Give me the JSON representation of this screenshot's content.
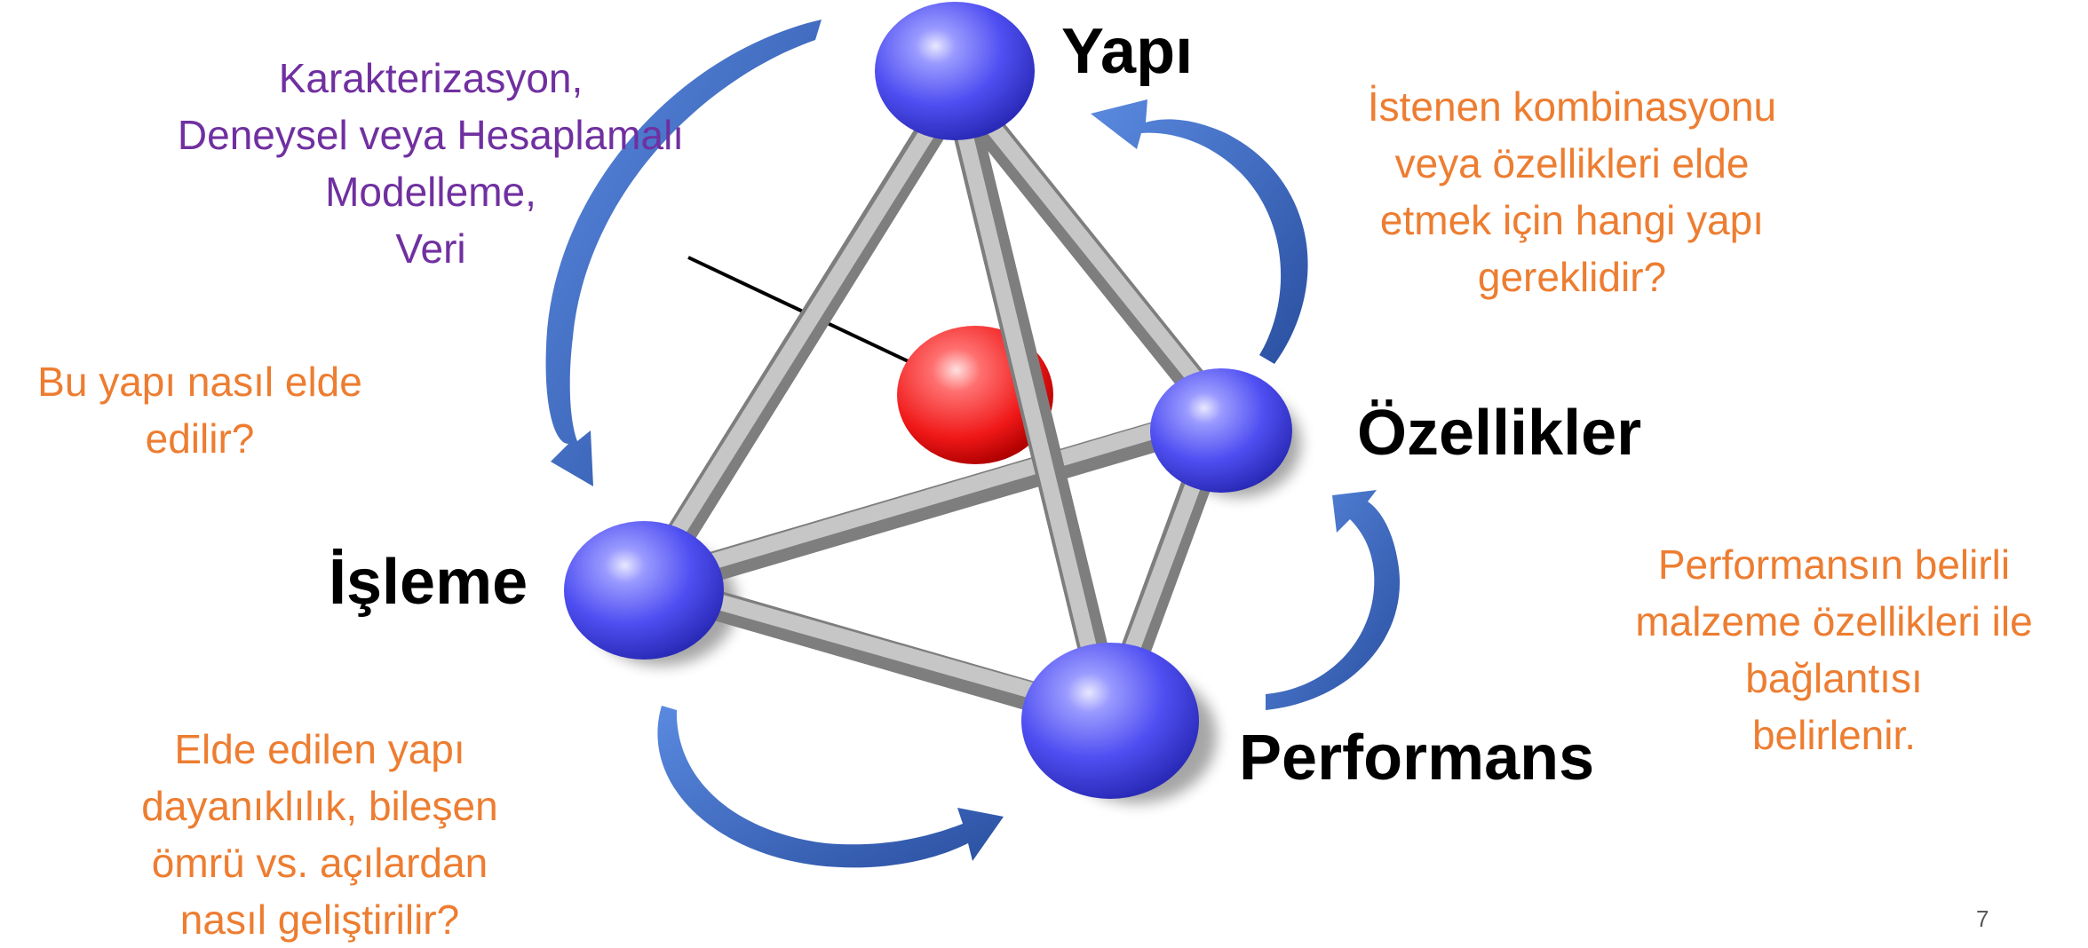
{
  "colors": {
    "question_text": "#ED7D31",
    "method_text": "#7030A0",
    "node_sphere": "#5050F0",
    "center_sphere": "#F02020",
    "rod": "#9A9A9A",
    "arrow": "#3A6AC0"
  },
  "nodes": {
    "yapi": "Yapı",
    "ozellikler": "Özellikler",
    "isleme": "İşleme",
    "performans": "Performans"
  },
  "methods_note": {
    "lines": [
      "Karakterizasyon,",
      "Deneysel veya Hesaplamalı",
      "Modelleme,",
      "Veri"
    ]
  },
  "notes": {
    "isleme_question": [
      "Bu yapı nasıl elde",
      "edilir?"
    ],
    "yapi_question": [
      "İstenen kombinasyonu",
      "veya özellikleri elde",
      "etmek için hangi yapı",
      "gereklidir?"
    ],
    "ozellikler_question": [
      "Performansın belirli",
      "malzeme özellikleri ile",
      "bağlantısı",
      "belirlenir."
    ],
    "performans_question": [
      "Elde edilen yapı",
      "dayanıklılık, bileşen",
      "ömrü vs. açılardan",
      "nasıl geliştirilir?"
    ]
  },
  "page_number": "7"
}
